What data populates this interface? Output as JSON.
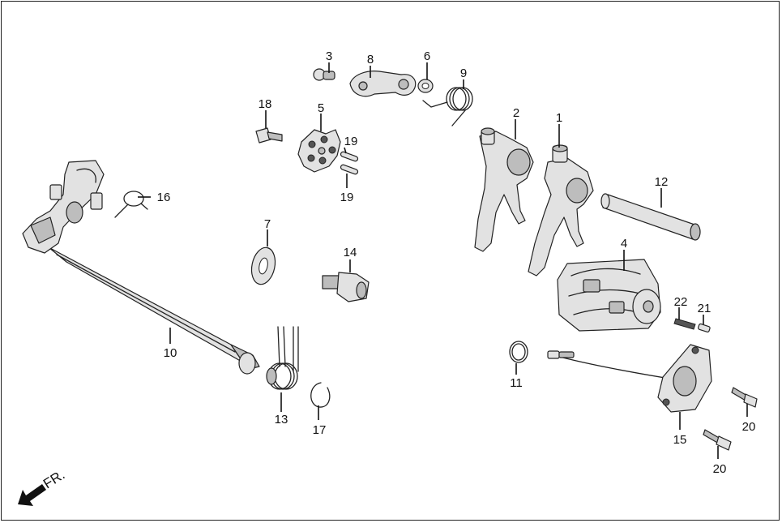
{
  "diagram": {
    "direction_label": "FR.",
    "callouts": {
      "p1": "1",
      "p2": "2",
      "p3": "3",
      "p4": "4",
      "p5": "5",
      "p6": "6",
      "p7": "7",
      "p8": "8",
      "p9": "9",
      "p10": "10",
      "p11": "11",
      "p12": "12",
      "p13": "13",
      "p14": "14",
      "p15": "15",
      "p16": "16",
      "p17": "17",
      "p18": "18",
      "p19a": "19",
      "p19b": "19",
      "p20a": "20",
      "p20b": "20",
      "p21": "21",
      "p22": "22"
    },
    "colors": {
      "line": "#222222",
      "fill_light": "#e2e2e2",
      "fill_mid": "#bdbdbd"
    }
  }
}
